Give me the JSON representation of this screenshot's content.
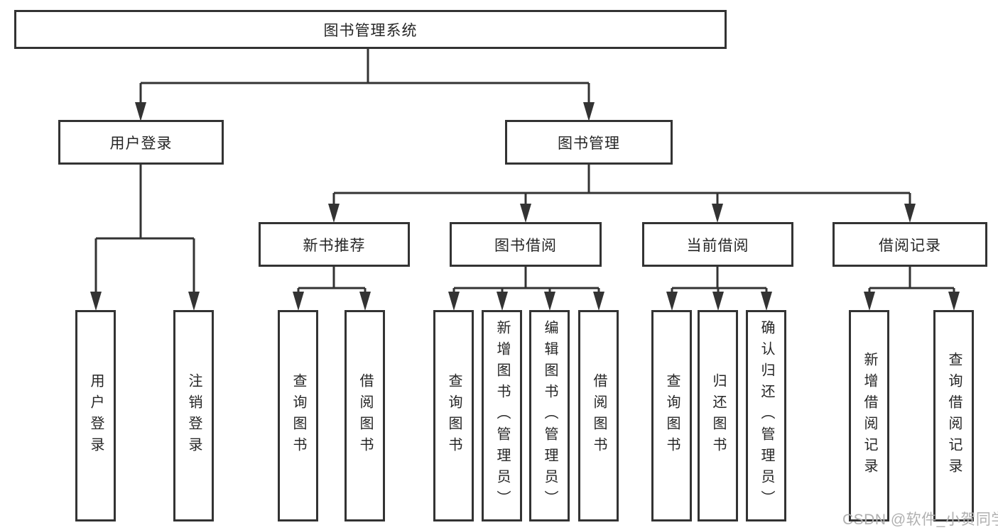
{
  "tree": {
    "label": "图书管理系统",
    "children": [
      {
        "label": "用户登录",
        "children": [
          {
            "label": "用户登录"
          },
          {
            "label": "注销登录"
          }
        ]
      },
      {
        "label": "图书管理",
        "children": [
          {
            "label": "新书推荐",
            "children": [
              {
                "label": "查询图书"
              },
              {
                "label": "借阅图书"
              }
            ]
          },
          {
            "label": "图书借阅",
            "children": [
              {
                "label": "查询图书"
              },
              {
                "label": "新增图书（管理员）"
              },
              {
                "label": "编辑图书（管理员）"
              },
              {
                "label": "借阅图书"
              }
            ]
          },
          {
            "label": "当前借阅",
            "children": [
              {
                "label": "查询图书"
              },
              {
                "label": "归还图书"
              },
              {
                "label": "确认归还（管理员）"
              }
            ]
          },
          {
            "label": "借阅记录",
            "children": [
              {
                "label": "新增借阅记录"
              },
              {
                "label": "查询借阅记录"
              }
            ]
          }
        ]
      }
    ]
  },
  "watermark": "CSDN @软件_小贺同学",
  "colors": {
    "line": "#333333",
    "text": "#262626",
    "watermark": "#b0b0b0"
  }
}
